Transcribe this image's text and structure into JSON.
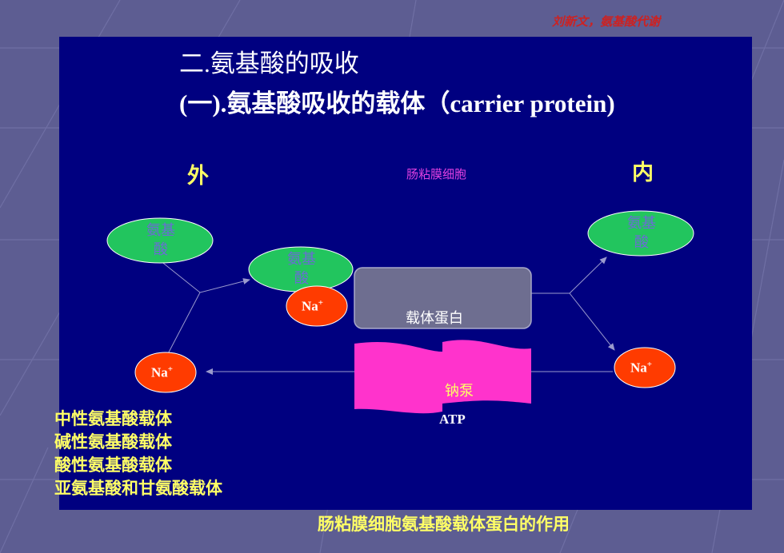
{
  "header": {
    "author_tag": "刘新文，氨基酸代谢"
  },
  "title": {
    "line1": "二.氨基酸的吸收",
    "line2": "(一).氨基酸吸收的载体（carrier protein)"
  },
  "labels": {
    "outside": "外",
    "inside": "内",
    "cell": "肠粘膜细胞"
  },
  "molecules": {
    "amino_acid": "氨基酸",
    "sodium_ion": "Na",
    "sodium_charge": "+"
  },
  "carrier": {
    "label": "载体蛋白"
  },
  "pump": {
    "label": "钠泵",
    "energy": "ATP"
  },
  "carrier_types": [
    "中性氨基酸载体",
    "碱性氨基酸载体",
    "酸性氨基酸载体",
    "亚氨基酸和甘氨酸载体"
  ],
  "caption": "肠粘膜细胞氨基酸载体蛋白的作用",
  "colors": {
    "page_bg": "#5d5d92",
    "slide_bg": "#000080",
    "title_text": "#ffffff",
    "amino_acid_fill": "#22c55e",
    "amino_acid_text": "#6b6bd6",
    "sodium_fill": "#ff3b00",
    "sodium_text": "#ffffff",
    "carrier_fill": "#6e6e90",
    "pump_fill": "#ff33cc",
    "label_yellow": "#ffff66",
    "cell_label": "#e040e0",
    "header_red": "#cc2222",
    "arrow": "#9a9acd"
  }
}
